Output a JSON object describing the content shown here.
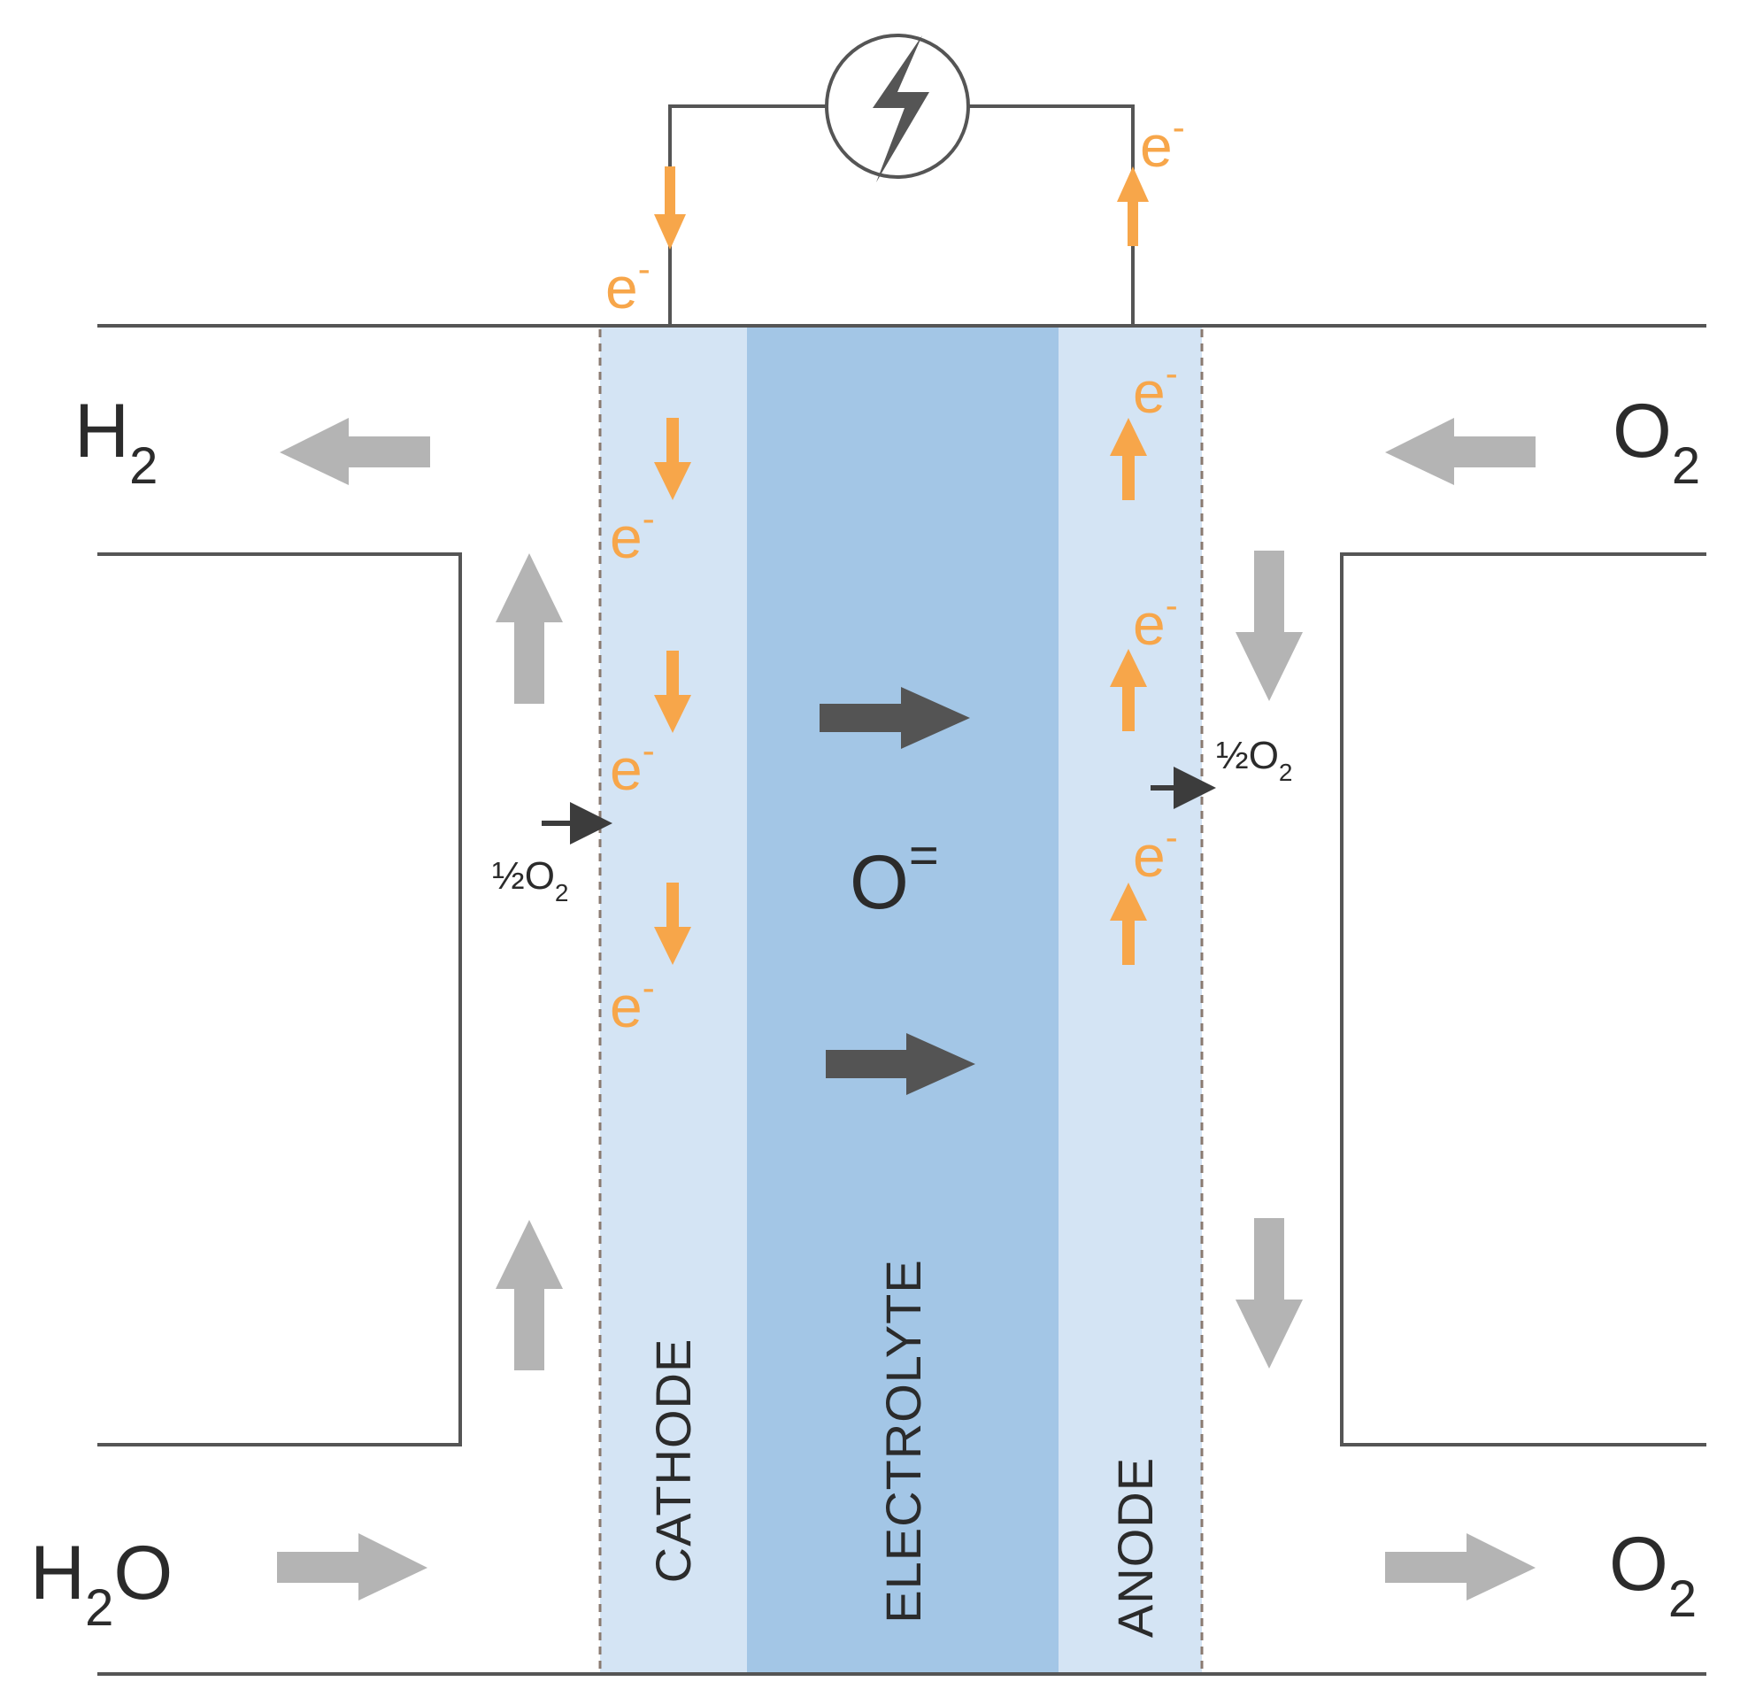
{
  "gases": {
    "h2": {
      "base": "H",
      "sub": "2"
    },
    "h2o": {
      "pre": "H",
      "sub": "2",
      "post": "O"
    },
    "o2_in": {
      "base": "O",
      "sub": "2"
    },
    "o2_out": {
      "base": "O",
      "sub": "2"
    }
  },
  "electron": {
    "base": "e",
    "sup": "-"
  },
  "half_oxygen": {
    "base": "½O",
    "sub": "2"
  },
  "ion": {
    "base": "O",
    "sup": "="
  },
  "layers": {
    "cathode": "CATHODE",
    "electrolyte": "ELECTROLYTE",
    "anode": "ANODE"
  },
  "power_source_icon": "lightning-bolt-icon",
  "colors": {
    "cathode_anode_fill": "#d4e4f4",
    "electrolyte_fill": "#a3c6e6",
    "electron_orange": "#f7a64a",
    "gas_arrow_gray": "#b4b4b4",
    "ion_arrow_dark": "#545454",
    "line_dark": "#555555"
  }
}
